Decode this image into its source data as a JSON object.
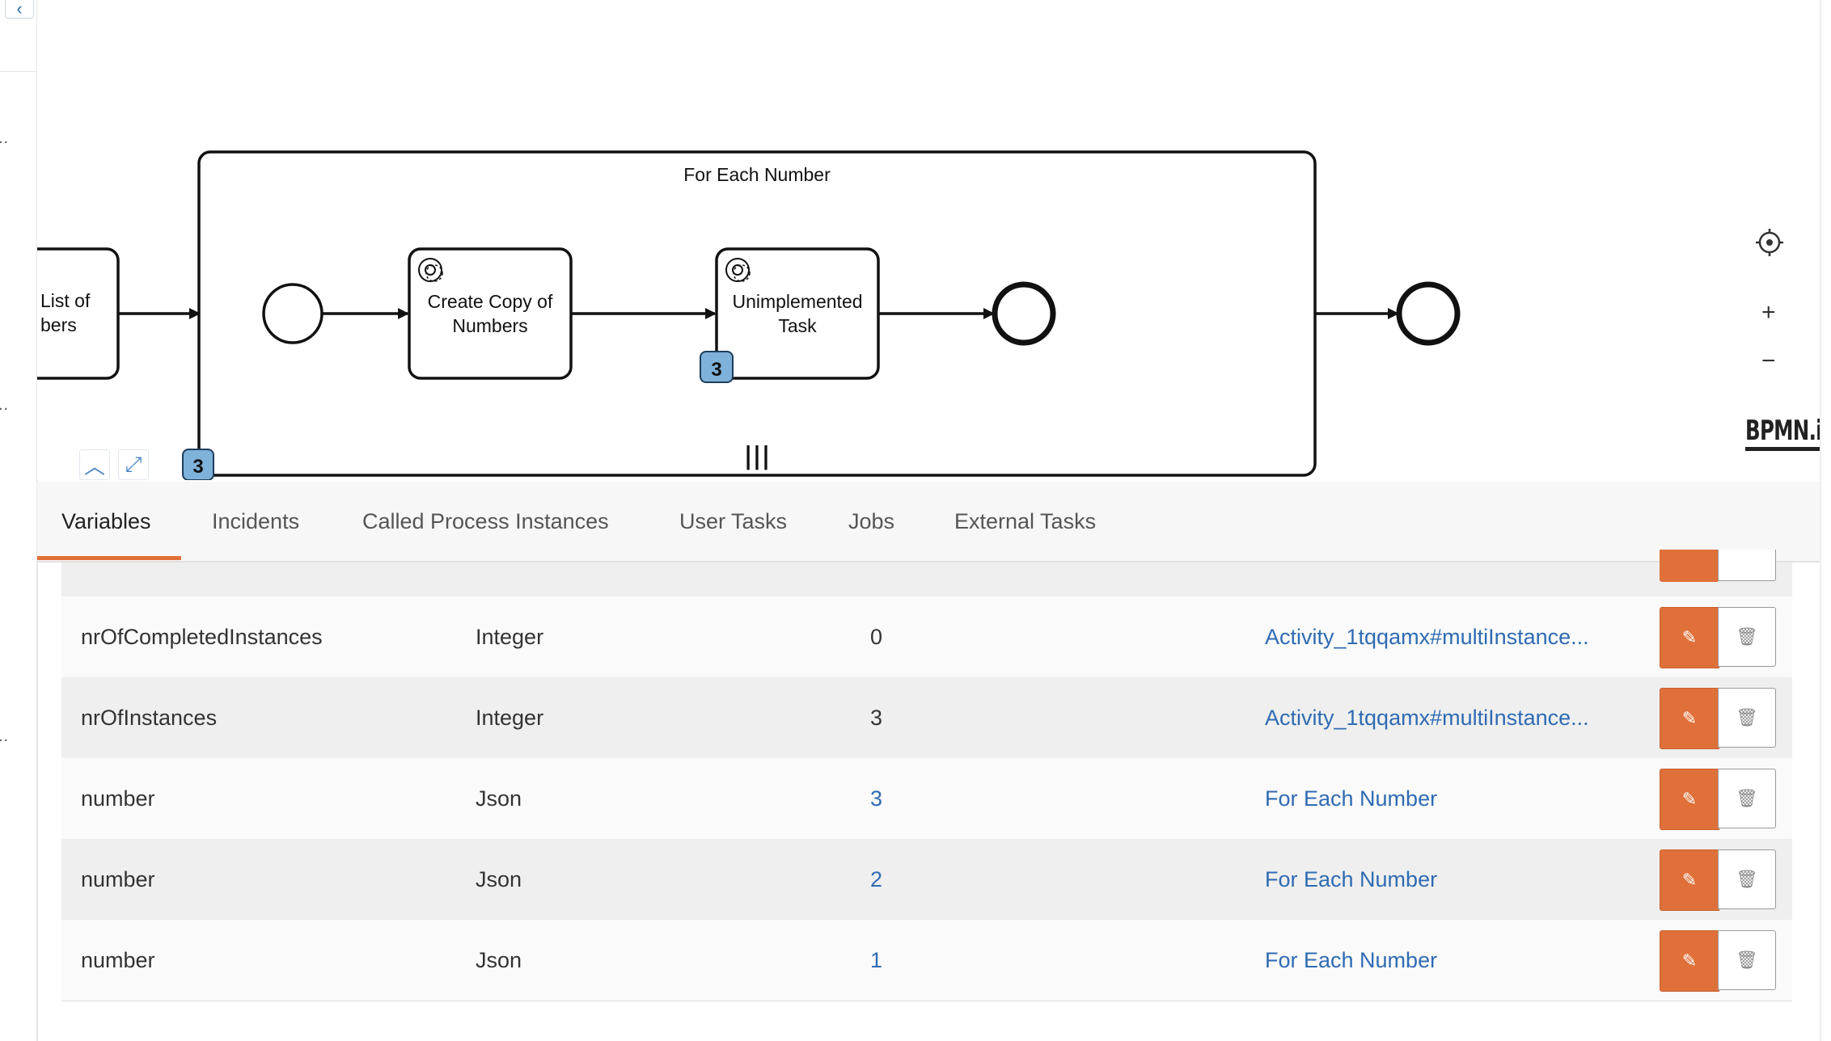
{
  "diagram": {
    "subprocess_title": "For Each Number",
    "left_task_label_lines": [
      "List of",
      "bers"
    ],
    "task1_label_lines": [
      "Create Copy of",
      "Numbers"
    ],
    "task2_label_lines": [
      "Unimplemented",
      "Task"
    ],
    "task2_badge": "3",
    "subprocess_badge": "3",
    "multi_instance_marker": "|||",
    "logo": "BPMN.iO"
  },
  "canvas_tools": {
    "recenter_icon": "crosshair-icon",
    "zoom_in": "+",
    "zoom_out": "−"
  },
  "tabs": [
    {
      "label": "Variables",
      "active": true
    },
    {
      "label": "Incidents"
    },
    {
      "label": "Called Process Instances"
    },
    {
      "label": "User Tasks"
    },
    {
      "label": "Jobs"
    },
    {
      "label": "External Tasks"
    }
  ],
  "variables": [
    {
      "name": "nrOfCompletedInstances",
      "type": "Integer",
      "value": "0",
      "value_link": false,
      "scope": "Activity_1tqqamx#multiInstance..."
    },
    {
      "name": "nrOfInstances",
      "type": "Integer",
      "value": "3",
      "value_link": false,
      "scope": "Activity_1tqqamx#multiInstance..."
    },
    {
      "name": "number",
      "type": "Json",
      "value": "3",
      "value_link": true,
      "scope": "For Each Number"
    },
    {
      "name": "number",
      "type": "Json",
      "value": "2",
      "value_link": true,
      "scope": "For Each Number"
    },
    {
      "name": "number",
      "type": "Json",
      "value": "1",
      "value_link": true,
      "scope": "For Each Number"
    }
  ],
  "colors": {
    "accent": "#e0703a",
    "link": "#2f6bb3",
    "badge": "#7fb2da"
  }
}
